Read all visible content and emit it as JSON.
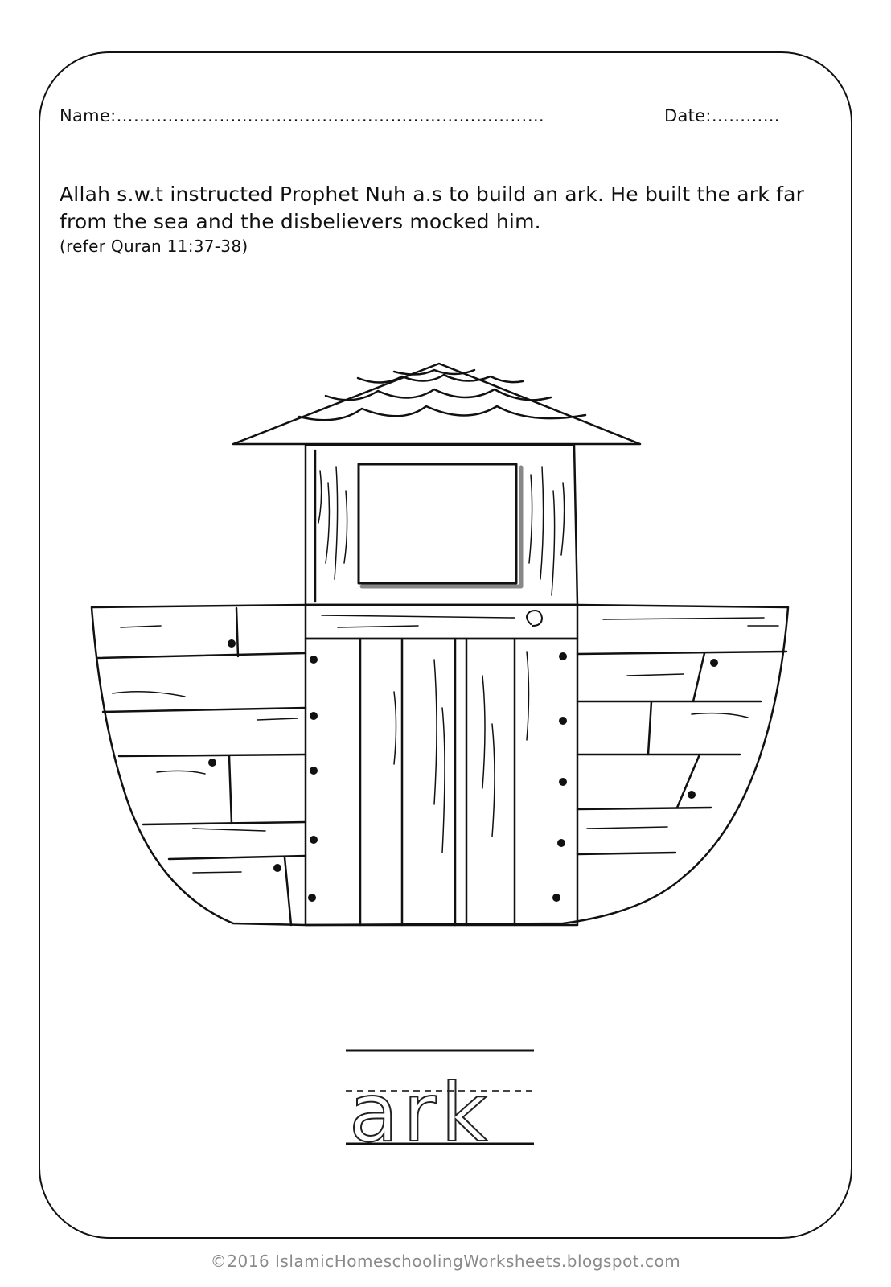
{
  "worksheet": {
    "name_label": "Name:…………………………………………………………………",
    "date_label": "Date:…………",
    "intro_text": "Allah s.w.t instructed Prophet Nuh a.s to build an ark. He built the ark far from the sea and the disbelievers mocked him.",
    "reference": "(refer Quran 11:37-38)",
    "trace_word": "ark",
    "footer": "©2016 IslamicHomeschoolingWorksheets.blogspot.com"
  },
  "icons": {
    "illustration": "ark-coloring-illustration"
  }
}
